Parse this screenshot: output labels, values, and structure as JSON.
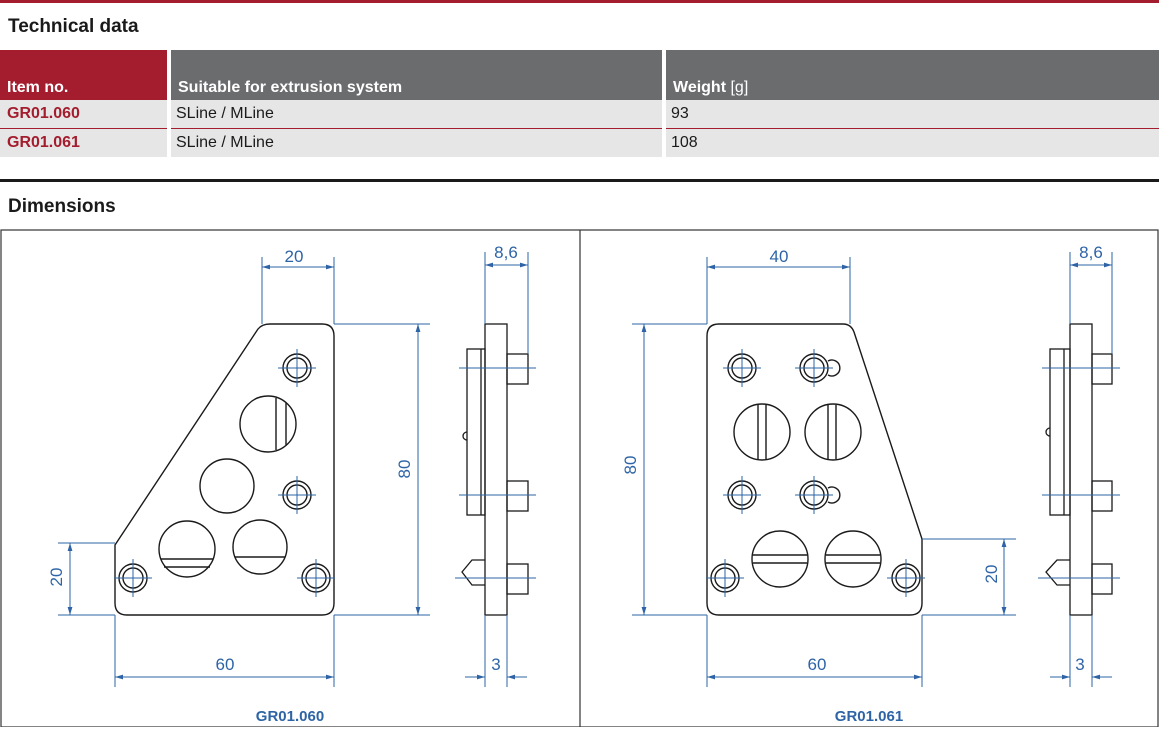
{
  "technical_data": {
    "title": "Technical data",
    "columns": [
      {
        "label": "Item no.",
        "unit": ""
      },
      {
        "label": "Suitable for extrusion system",
        "unit": ""
      },
      {
        "label": "Weight",
        "unit": "[g]"
      }
    ],
    "rows": [
      {
        "item_no": "GR01.060",
        "system": "SLine / MLine",
        "weight": "93"
      },
      {
        "item_no": "GR01.061",
        "system": "SLine / MLine",
        "weight": "108"
      }
    ]
  },
  "dimensions": {
    "title": "Dimensions",
    "drawings": [
      {
        "caption": "GR01.060",
        "top_width": "20",
        "height": "80",
        "bottom_width": "60",
        "side_height": "20",
        "thickness": "8,6",
        "base_thickness": "3"
      },
      {
        "caption": "GR01.061",
        "top_width": "40",
        "height": "80",
        "bottom_width": "60",
        "side_height": "20",
        "thickness": "8,6",
        "base_thickness": "3"
      }
    ]
  },
  "colors": {
    "accent": "#a31d2e",
    "header_gray": "#6b6c6e",
    "dimension_blue": "#2e64a6"
  }
}
